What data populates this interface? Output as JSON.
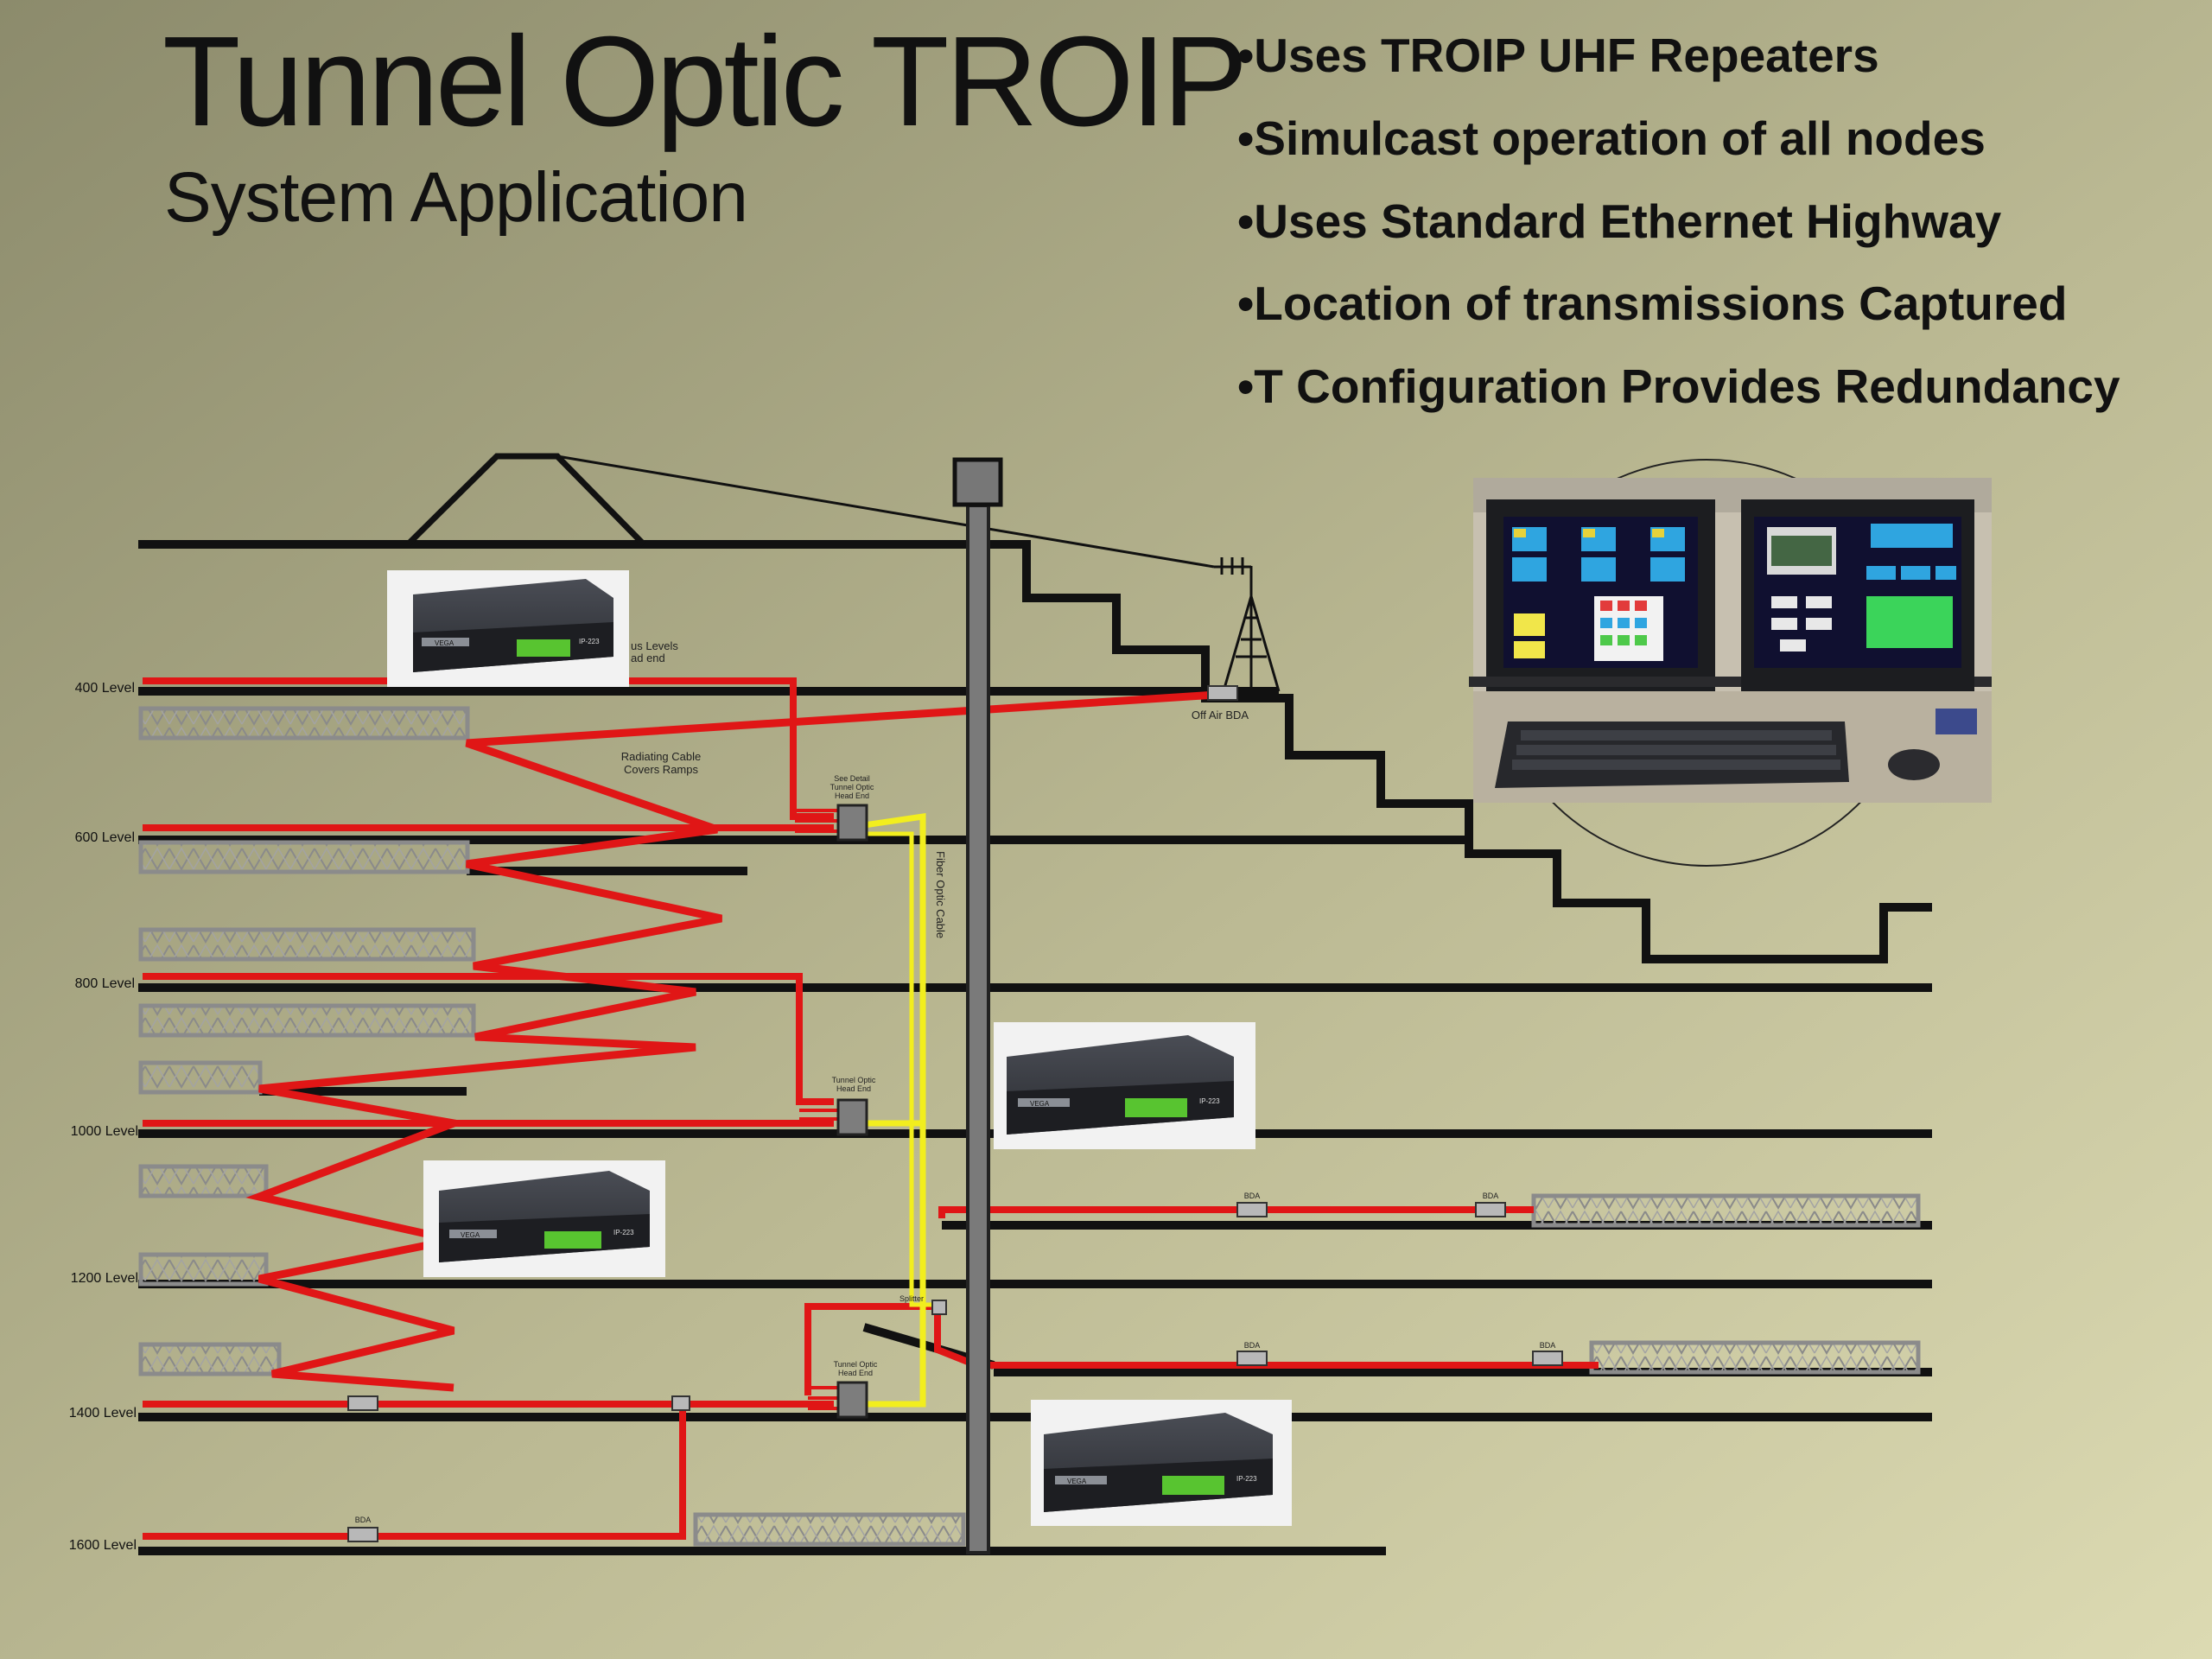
{
  "title": "Tunnel Optic TROIP",
  "subtitle": "System Application",
  "bullets": [
    "•Uses TROIP UHF Repeaters",
    "•Simulcast operation of all nodes",
    "•Uses Standard Ethernet Highway",
    "•Location of transmissions Captured",
    "•T Configuration Provides Redundancy"
  ],
  "levels": [
    "400 Level",
    "600 Level",
    "800 Level",
    "1000 Level",
    "1200 Level",
    "1400 Level",
    "1600 Level"
  ],
  "annotations": {
    "levels_head_end": "us Levels",
    "levels_head_end_2": "ad end",
    "radiating_cable_1": "Radiating Cable",
    "radiating_cable_2": "Covers Ramps",
    "see_detail_1": "See Detail",
    "see_detail_2": "Tunnel Optic",
    "see_detail_3": "Head End",
    "tunnel_optic_head_end_1": "Tunnel Optic",
    "tunnel_optic_head_end_2": "Head End",
    "tunnel_optic_head_end_3": "Tunnel Optic",
    "tunnel_optic_head_end_4": "Head End",
    "fiber_optic_cable": "Fiber Optic Cable",
    "off_air_bda": "Off Air BDA",
    "splitter": "Splitter",
    "bda": "BDA"
  },
  "device_label": "VEGA",
  "device_model": "IP-223",
  "colors": {
    "background_dark": "#8d8c6e",
    "background_light": "#dedcb4",
    "cable_red": "#e01616",
    "fiber_yellow": "#f2ee1e",
    "shaft_gray": "#777777"
  }
}
